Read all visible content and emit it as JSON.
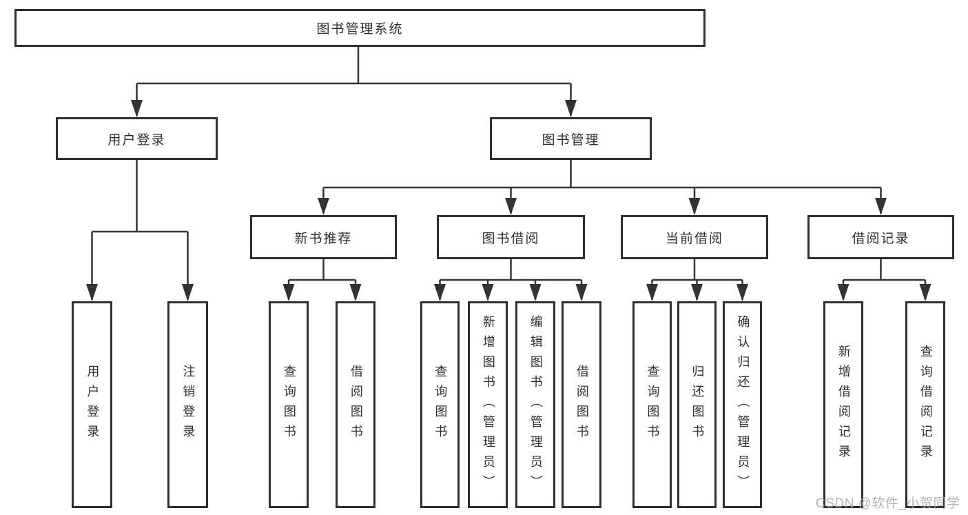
{
  "diagram": {
    "title_note": "",
    "root": {
      "label": "图书管理系统"
    },
    "branches": [
      {
        "label": "用户登录",
        "children": [
          {
            "label": "用户登录"
          },
          {
            "label": "注销登录"
          }
        ]
      },
      {
        "label": "图书管理",
        "children": [
          {
            "label": "新书推荐",
            "children": [
              {
                "label": "查询图书"
              },
              {
                "label": "借阅图书"
              }
            ]
          },
          {
            "label": "图书借阅",
            "children": [
              {
                "label": "查询图书"
              },
              {
                "label": "新增图书（管理员）"
              },
              {
                "label": "编辑图书（管理员）"
              },
              {
                "label": "借阅图书"
              }
            ]
          },
          {
            "label": "当前借阅",
            "children": [
              {
                "label": "查询图书"
              },
              {
                "label": "归还图书"
              },
              {
                "label": "确认归还（管理员）"
              }
            ]
          },
          {
            "label": "借阅记录",
            "children": [
              {
                "label": "新增借阅记录"
              },
              {
                "label": "查询借阅记录"
              }
            ]
          }
        ]
      }
    ],
    "watermark": "CSDN @软件_小贺同学",
    "colors": {
      "line": "#333333",
      "border": "#2e2e2e",
      "text": "#2b2f33",
      "watermark": "#adadad",
      "background": "#ffffff"
    }
  }
}
